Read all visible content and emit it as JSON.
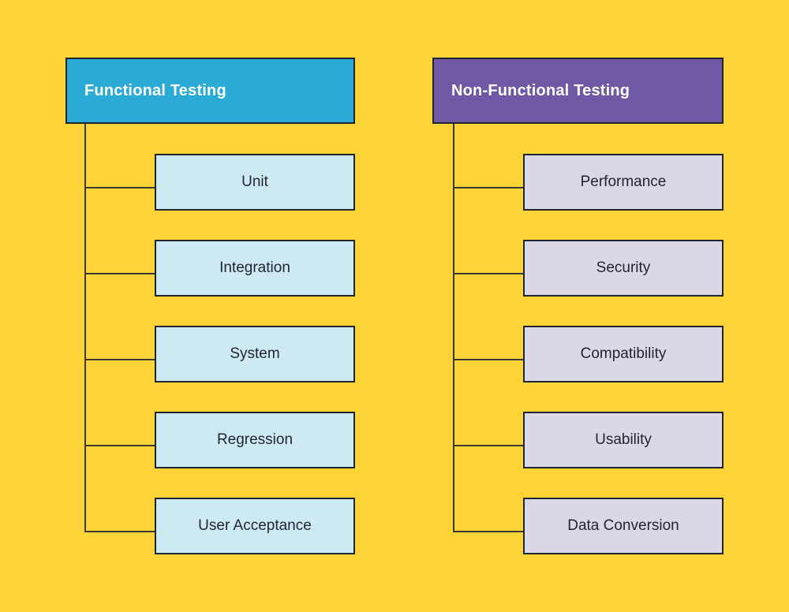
{
  "canvas": {
    "background_color": "#FCD437",
    "connector_color": "#3A3A30",
    "border_color": "#20242E"
  },
  "functional": {
    "header": "Functional Testing",
    "header_color": "#29ABD5",
    "header_text_color": "#FFFFFF",
    "child_color": "#CDE9F3",
    "child_text_color": "#1F2430",
    "children": [
      "Unit",
      "Integration",
      "System",
      "Regression",
      "User Acceptance"
    ]
  },
  "nonfunctional": {
    "header": "Non-Functional Testing",
    "header_color": "#6F59A4",
    "header_text_color": "#FFFFFF",
    "child_color": "#DBD7E7",
    "child_text_color": "#1F2430",
    "children": [
      "Performance",
      "Security",
      "Compatibility",
      "Usability",
      "Data Conversion"
    ]
  }
}
